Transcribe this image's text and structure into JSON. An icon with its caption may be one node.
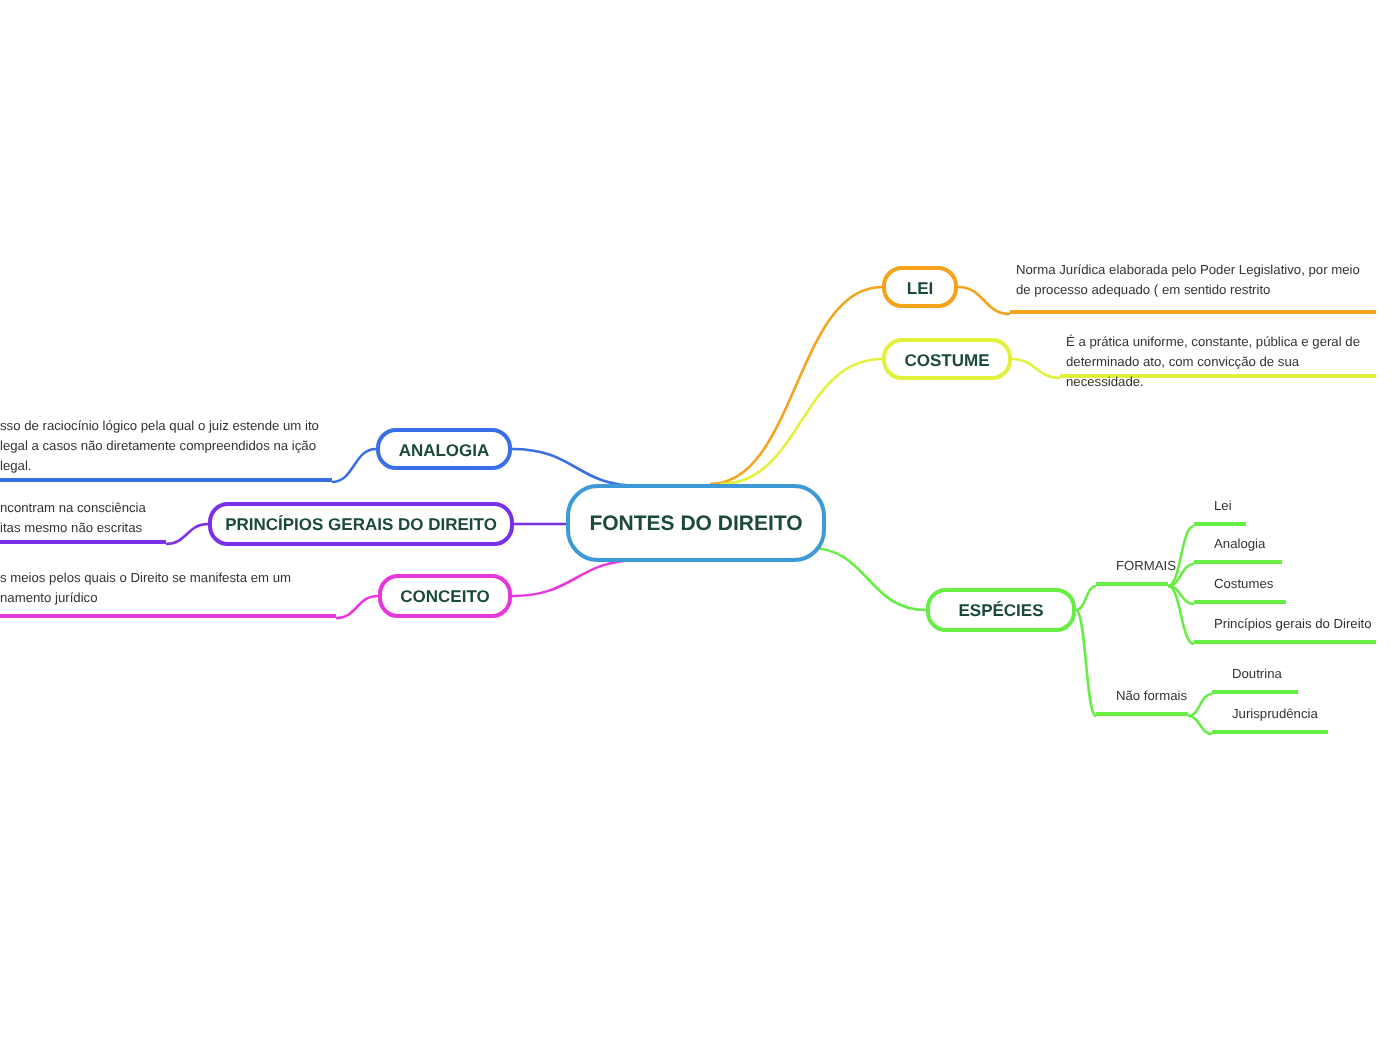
{
  "diagram": {
    "nodes": [
      {
        "text": [
          "FONTES DO DIREITO"
        ]
      },
      {
        "text": [
          "LEI"
        ]
      },
      {
        "text": [
          "Norma Jurídica elaborada pelo Poder Legislativo, por meio de processo adequado ( em sentido restrito"
        ]
      },
      {
        "text": [
          "COSTUME"
        ]
      },
      {
        "text": [
          "É a prática  uniforme, constante, pública e geral de determinado ato, com convicção de sua necessidade."
        ]
      },
      {
        "text": [
          "ESPÉCIES"
        ]
      },
      {
        "text": [
          "FORMAIS"
        ]
      },
      {
        "text": [
          "Lei"
        ]
      },
      {
        "text": [
          "Analogia"
        ]
      },
      {
        "text": [
          "Costumes"
        ]
      },
      {
        "text": [
          "Princípios gerais do Direito"
        ]
      },
      {
        "text": [
          "Não formais"
        ]
      },
      {
        "text": [
          "Doutrina"
        ]
      },
      {
        "text": [
          "Jurisprudência"
        ]
      },
      {
        "text": [
          "ANALOGIA"
        ]
      },
      {
        "text": [
          "sso de raciocínio lógico pela qual o juiz estende um ito legal a casos não diretamente compreendidos na ição legal."
        ]
      },
      {
        "text": [
          "PRINCÍPIOS GERAIS DO DIREITO"
        ]
      },
      {
        "text": [
          "ncontram na consciência itas mesmo não escritas"
        ]
      },
      {
        "text": [
          "CONCEITO"
        ]
      },
      {
        "text": [
          "s meios pelos quais o Direito se manifesta em um namento jurídico"
        ]
      }
    ],
    "edges": [
      {
        "from": 0,
        "to": 1,
        "arrow": "none",
        "color": "#f7a21b"
      },
      {
        "from": 1,
        "to": 2,
        "arrow": "none",
        "color": "#f7a21b"
      },
      {
        "from": 0,
        "to": 3,
        "arrow": "none",
        "color": "#e2f23a"
      },
      {
        "from": 3,
        "to": 4,
        "arrow": "none",
        "color": "#e2f23a"
      },
      {
        "from": 0,
        "to": 5,
        "arrow": "none",
        "color": "#66ee44"
      },
      {
        "from": 5,
        "to": 6,
        "arrow": "none",
        "color": "#66ee44"
      },
      {
        "from": 6,
        "to": 7,
        "arrow": "none",
        "color": "#66ee44"
      },
      {
        "from": 6,
        "to": 8,
        "arrow": "none",
        "color": "#66ee44"
      },
      {
        "from": 6,
        "to": 9,
        "arrow": "none",
        "color": "#66ee44"
      },
      {
        "from": 6,
        "to": 10,
        "arrow": "none",
        "color": "#66ee44"
      },
      {
        "from": 5,
        "to": 11,
        "arrow": "none",
        "color": "#66ee44"
      },
      {
        "from": 11,
        "to": 12,
        "arrow": "none",
        "color": "#66ee44"
      },
      {
        "from": 11,
        "to": 13,
        "arrow": "none",
        "color": "#66ee44"
      },
      {
        "from": 0,
        "to": 14,
        "arrow": "none",
        "color": "#3a6ee8"
      },
      {
        "from": 14,
        "to": 15,
        "arrow": "none",
        "color": "#3a6ee8"
      },
      {
        "from": 0,
        "to": 16,
        "arrow": "none",
        "color": "#7a2fe8"
      },
      {
        "from": 16,
        "to": 17,
        "arrow": "none",
        "color": "#7a2fe8"
      },
      {
        "from": 0,
        "to": 18,
        "arrow": "none",
        "color": "#e836d8"
      },
      {
        "from": 18,
        "to": 19,
        "arrow": "none",
        "color": "#e836d8"
      }
    ]
  }
}
